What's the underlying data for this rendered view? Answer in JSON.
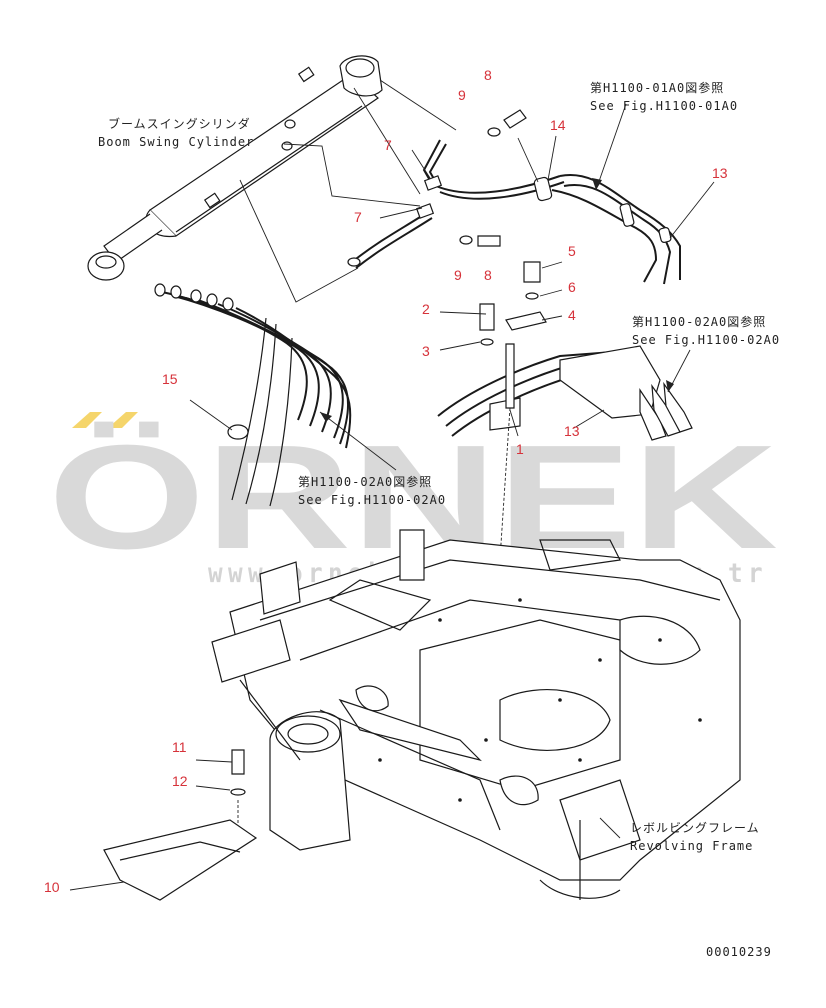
{
  "watermark": {
    "brand": "ÖRNEK",
    "url": "www.ornekismakinalari.com.tr",
    "accent_color": "#f5d56b",
    "text_color": "#d9d9d9"
  },
  "labels": {
    "boom_swing_jp": "ブームスイングシリンダ",
    "boom_swing_en": "Boom Swing Cylinder",
    "ref1_jp": "第H1100-01A0図参照",
    "ref1_en": "See Fig.H1100-01A0",
    "ref2_jp": "第H1100-02A0図参照",
    "ref2_en": "See Fig.H1100-02A0",
    "ref3_jp": "第H1100-02A0図参照",
    "ref3_en": "See Fig.H1100-02A0",
    "revolving_jp": "レボルビングフレーム",
    "revolving_en": "Revolving Frame",
    "drawing_number": "00010239"
  },
  "callouts": [
    "8",
    "9",
    "7",
    "7",
    "9",
    "8",
    "14",
    "13",
    "5",
    "6",
    "4",
    "2",
    "3",
    "1",
    "13",
    "15",
    "11",
    "12",
    "10"
  ],
  "colors": {
    "callout": "#d6323a",
    "line": "#1a1a1a"
  }
}
